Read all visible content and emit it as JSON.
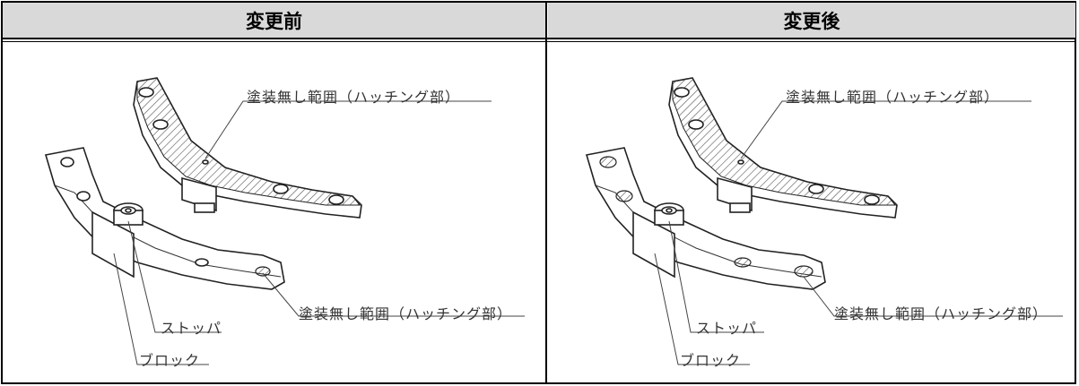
{
  "table": {
    "header_left": "変更前",
    "header_right": "変更後"
  },
  "before": {
    "label_no_paint_upper": "塗装無し範囲（ハッチング部）",
    "label_no_paint_lower": "塗装無し範囲（ハッチング部）",
    "label_stopper": "ストッパ",
    "label_block": "ブロック"
  },
  "after": {
    "label_no_paint_upper": "塗装無し範囲（ハッチング部）",
    "label_no_paint_lower": "塗装無し範囲（ハッチング部）",
    "label_stopper": "ストッパ",
    "label_block": "ブロック"
  }
}
